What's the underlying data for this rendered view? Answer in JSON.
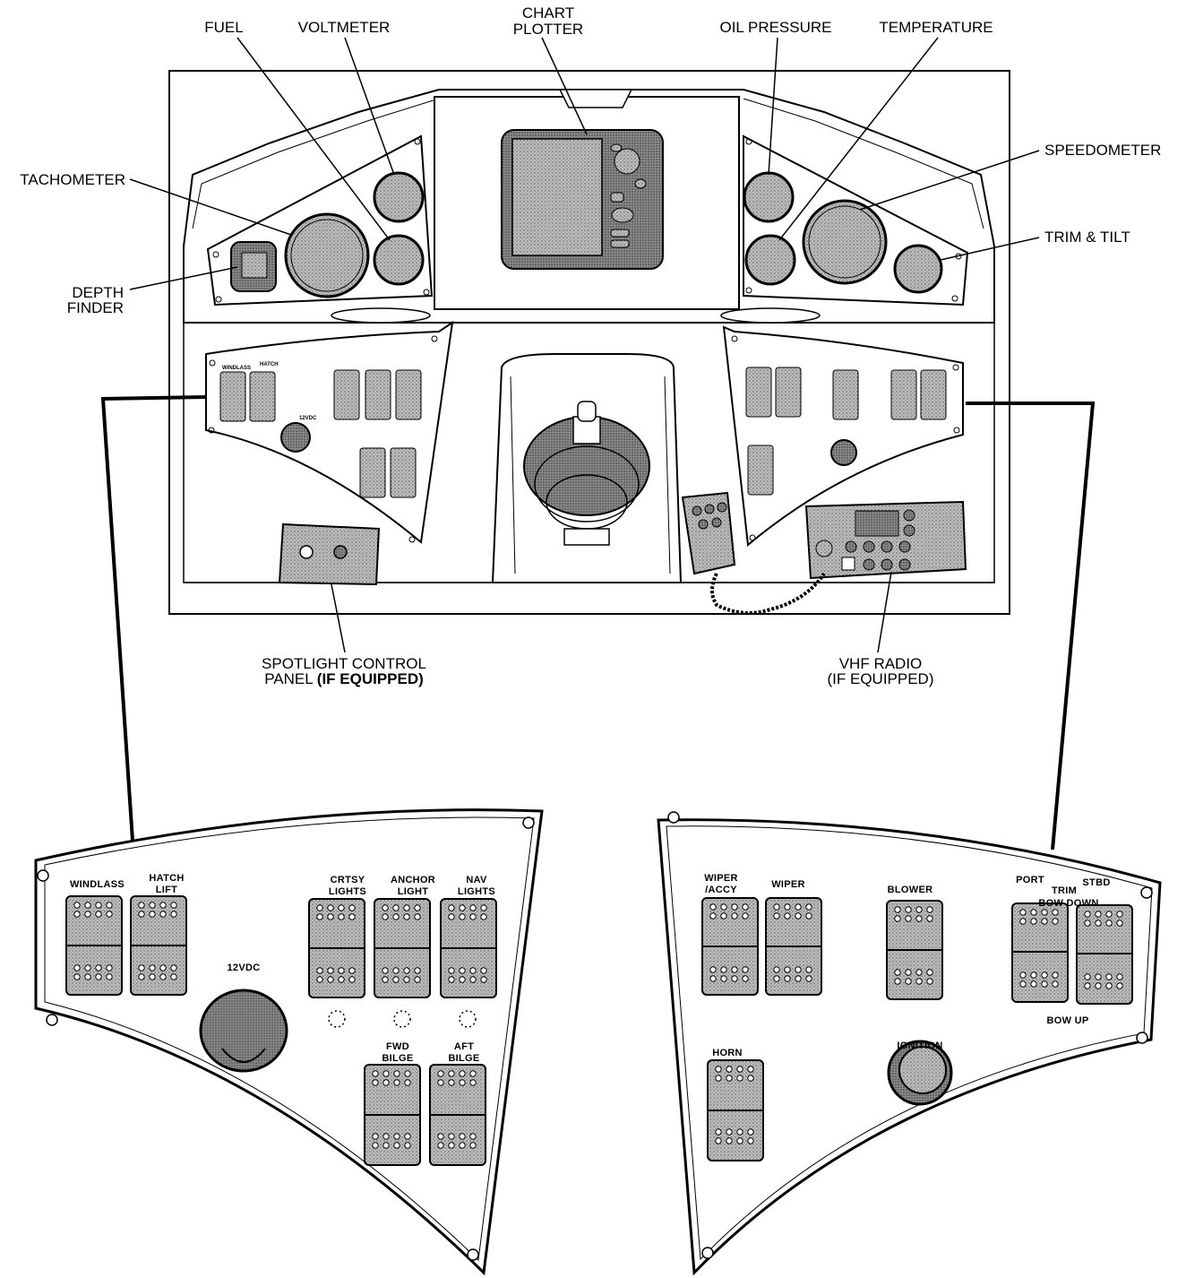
{
  "callouts": {
    "fuel": "FUEL",
    "voltmeter": "VOLTMETER",
    "chart_plotter": [
      "CHART",
      "PLOTTER"
    ],
    "oil_pressure": "OIL PRESSURE",
    "temperature": "TEMPERATURE",
    "speedometer": "SPEEDOMETER",
    "tachometer": "TACHOMETER",
    "trim_tilt": "TRIM & TILT",
    "depth_finder": [
      "DEPTH",
      "FINDER"
    ],
    "spotlight": {
      "line1": "SPOTLIGHT CONTROL",
      "line2_a": "PANEL ",
      "line2_b": "(IF EQUIPPED)"
    },
    "vhf": {
      "line1": "VHF RADIO",
      "line2": "(IF EQUIPPED)"
    }
  },
  "left_panel": {
    "windlass": "WINDLASS",
    "hatch_lift": [
      "HATCH",
      "LIFT"
    ],
    "v12": "12VDC",
    "crtsy": [
      "CRTSY",
      "LIGHTS"
    ],
    "anchor": [
      "ANCHOR",
      "LIGHT"
    ],
    "nav": [
      "NAV",
      "LIGHTS"
    ],
    "fwd_bilge": [
      "FWD",
      "BILGE"
    ],
    "aft_bilge": [
      "AFT",
      "BILGE"
    ]
  },
  "right_panel": {
    "wiper_accy": [
      "WIPER",
      "/ACCY"
    ],
    "wiper": "WIPER",
    "blower": "BLOWER",
    "port": "PORT",
    "stbd": "STBD",
    "trim": "TRIM",
    "bow_down": "BOW DOWN",
    "bow_up": "BOW UP",
    "horn": "HORN",
    "ignition": "IGNITION"
  }
}
